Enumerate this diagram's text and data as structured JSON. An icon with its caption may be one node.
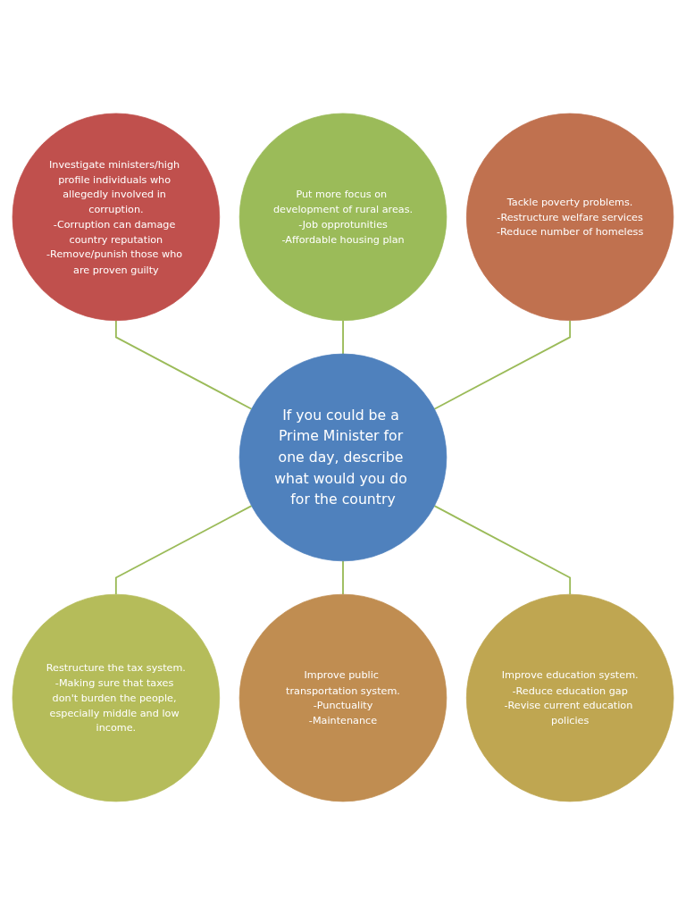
{
  "diagram": {
    "nodes": [
      {
        "text": [
          "Investigate ministers/high profile individuals who allegedly involved in corruption.",
          "-Corruption can damage country reputation",
          "-Remove/punish those who are proven guilty"
        ]
      },
      {
        "text": [
          "Put more focus on development of rural areas.",
          "-Job opprotunities",
          "-Affordable housing plan"
        ]
      },
      {
        "text": [
          "Tackle poverty problems.",
          "-Restructure welfare services",
          "-Reduce number of homeless"
        ]
      },
      {
        "text": [
          "If you could be a Prime Minister for one day, describe what would you do for the country"
        ]
      },
      {
        "text": [
          "Restructure the tax system.",
          "-Making sure that taxes don't burden the people, especially middle and low income."
        ]
      },
      {
        "text": [
          "Improve public transportation system.",
          "-Punctuality",
          "-Maintenance"
        ]
      },
      {
        "text": [
          "Improve education system.",
          "-Reduce education gap",
          "-Revise current education policies"
        ]
      }
    ],
    "edges": [
      {
        "from": 0,
        "to": 3,
        "arrow": "none"
      },
      {
        "from": 1,
        "to": 3,
        "arrow": "none"
      },
      {
        "from": 2,
        "to": 3,
        "arrow": "none"
      },
      {
        "from": 3,
        "to": 4,
        "arrow": "none"
      },
      {
        "from": 3,
        "to": 5,
        "arrow": "none"
      },
      {
        "from": 3,
        "to": 6,
        "arrow": "none"
      }
    ]
  }
}
